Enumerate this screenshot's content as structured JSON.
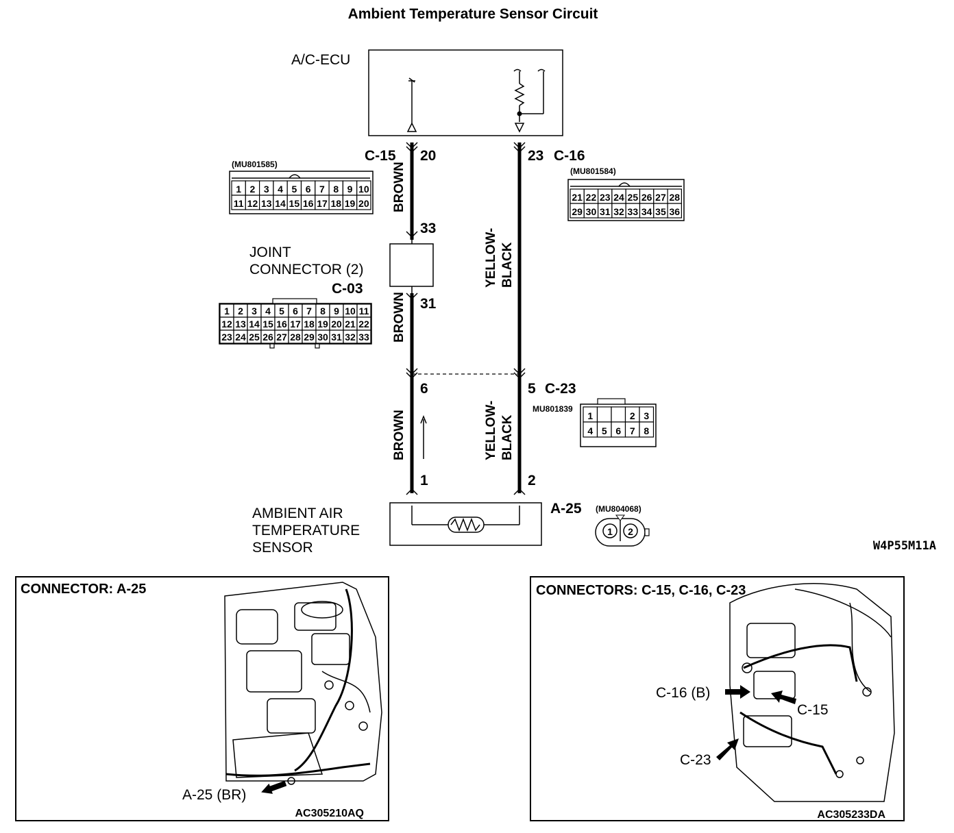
{
  "title": "Ambient Temperature Sensor Circuit",
  "diagram_code": "W4P55M11A",
  "ecu": {
    "label": "A/C-ECU"
  },
  "wires": {
    "left_top": {
      "connector": "C-15",
      "pin_top": "20",
      "color": "BROWN",
      "pin_bottom": "33"
    },
    "left_mid": {
      "pin": "31",
      "color": "BROWN"
    },
    "left_bottom": {
      "pin_top": "6",
      "color": "BROWN",
      "pin_bottom": "1"
    },
    "right_top": {
      "connector": "C-16",
      "pin_top": "23",
      "color1": "YELLOW-",
      "color2": "BLACK"
    },
    "right_bottom": {
      "pin_top": "5",
      "connector": "C-23",
      "color1": "YELLOW-",
      "color2": "BLACK",
      "pin_bottom": "2"
    }
  },
  "joint": {
    "line1": "JOINT",
    "line2": "CONNECTOR (2)",
    "connector": "C-03"
  },
  "sensor": {
    "line1": "AMBIENT AIR",
    "line2": "TEMPERATURE",
    "line3": "SENSOR",
    "connector": "A-25",
    "part": "(MU804068)"
  },
  "connector_c15": {
    "part": "(MU801585)",
    "row1": [
      "1",
      "2",
      "3",
      "4",
      "5",
      "6",
      "7",
      "8",
      "9",
      "10"
    ],
    "row2": [
      "11",
      "12",
      "13",
      "14",
      "15",
      "16",
      "17",
      "18",
      "19",
      "20"
    ]
  },
  "connector_c16": {
    "part": "(MU801584)",
    "row1": [
      "21",
      "22",
      "23",
      "24",
      "25",
      "26",
      "27",
      "28"
    ],
    "row2": [
      "29",
      "30",
      "31",
      "32",
      "33",
      "34",
      "35",
      "36"
    ]
  },
  "connector_c03": {
    "row1": [
      "1",
      "2",
      "3",
      "4",
      "5",
      "6",
      "7",
      "8",
      "9",
      "10",
      "11"
    ],
    "row2": [
      "12",
      "13",
      "14",
      "15",
      "16",
      "17",
      "18",
      "19",
      "20",
      "21",
      "22"
    ],
    "row3": [
      "23",
      "24",
      "25",
      "26",
      "27",
      "28",
      "29",
      "30",
      "31",
      "32",
      "33"
    ]
  },
  "connector_c23": {
    "part": "MU801839",
    "row1": [
      "1",
      "",
      "",
      "2",
      "3"
    ],
    "row2": [
      "4",
      "5",
      "6",
      "7",
      "8"
    ]
  },
  "connector_a25": {
    "pins": [
      "1",
      "2"
    ]
  },
  "panel_left": {
    "title": "CONNECTOR: A-25",
    "callout": "A-25 (BR)",
    "code": "AC305210AQ"
  },
  "panel_right": {
    "title": "CONNECTORS: C-15, C-16, C-23",
    "callout_c16": "C-16 (B)",
    "callout_c15": "C-15",
    "callout_c23": "C-23",
    "code": "AC305233DA"
  }
}
